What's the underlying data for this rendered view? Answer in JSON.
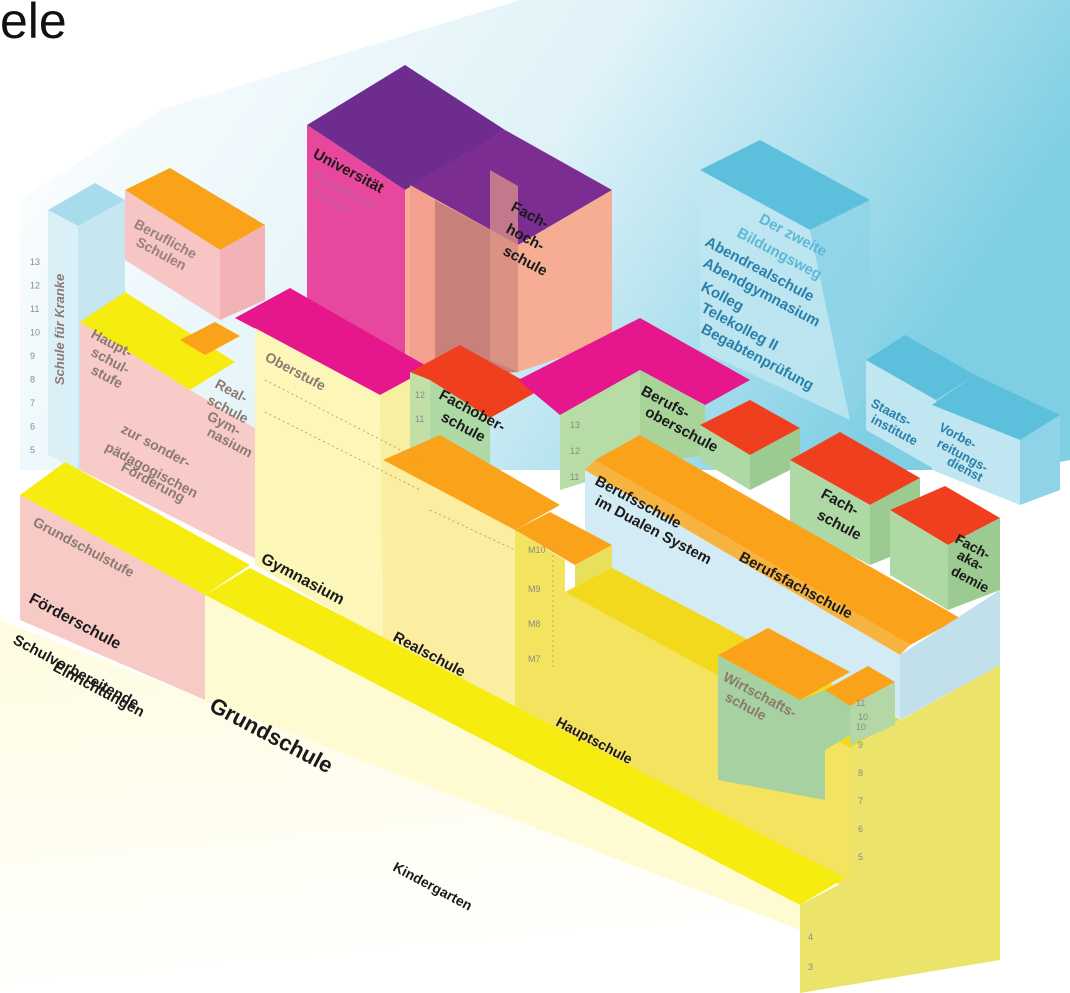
{
  "header": {
    "title_fragment": "ele"
  },
  "colors": {
    "kindergarten": "#fdfbd6",
    "grundschule": "#fefbd0",
    "yellow_top": "#f7ec10",
    "hauptschule": "#f2e450",
    "realschule": "#fbf0a6",
    "gymnasium": "#fcf6b6",
    "foerder": "#f7c8c6",
    "orange": "#f9a21a",
    "magenta": "#e6168c",
    "purple": "#7a2d91",
    "salmon": "#f6ad94",
    "green": "#aed8a4",
    "red": "#ef3f1f",
    "lightblue": "#cfe9f3",
    "sky": "#74cbe3"
  },
  "labels": {
    "kindergarten": "Kindergarten",
    "grundschule": "Grundschule",
    "schulvorbereitende_1": "Schulvorbereitende",
    "schulvorbereitende_2": "Einrichtungen",
    "foerderschule": "Förderschule",
    "grundschulstufe": "Grundschulstufe",
    "zur_1": "zur sonder-",
    "zur_2": "pädagogischen",
    "zur_3": "Förderung",
    "haupt_1": "Haupt-",
    "haupt_2": "schul-",
    "haupt_3": "stufe",
    "realschule_stufe_1": "Real-",
    "realschule_stufe_2": "schule",
    "realschule_stufe_3": "Gym-",
    "realschule_stufe_4": "nasium",
    "berufliche_1": "Berufliche",
    "berufliche_2": "Schulen",
    "schule_fuer_kranke": "Schule für Kranke",
    "gymnasium": "Gymnasium",
    "oberstufe": "Oberstufe",
    "universitaet": "Universität",
    "kunsthochschule_1": "Kunsthoch-",
    "kunsthochschule_2": "schule",
    "fachhochschule_1": "Fach-",
    "fachhochschule_2": "hoch-",
    "fachhochschule_3": "schule",
    "realschule": "Realschule",
    "fachoberschule_1": "Fachober-",
    "fachoberschule_2": "schule",
    "berufsoberschule_1": "Berufs-",
    "berufsoberschule_2": "oberschule",
    "berufsschule_1": "Berufsschule",
    "berufsschule_2": "im Dualen System",
    "berufsfachschule": "Berufsfachschule",
    "fachschule_1": "Fach-",
    "fachschule_2": "schule",
    "fachakademie_1": "Fach-",
    "fachakademie_2": "aka-",
    "fachakademie_3": "demie",
    "hauptschule": "Hauptschule",
    "wirtschaftsschule_1": "Wirtschafts-",
    "wirtschaftsschule_2": "schule",
    "zweite_1": "Der zweite",
    "zweite_2": "Bildungsweg",
    "zweite_3": "Abendrealschule",
    "zweite_4": "Abendgymnasium",
    "zweite_5": "Kolleg",
    "zweite_6": "Telekolleg II",
    "zweite_7": "Begabtenprüfung",
    "staats_1": "Staats-",
    "staats_2": "institute",
    "vorbe_1": "Vorbe-",
    "vorbe_2": "reitungs-",
    "vorbe_3": "dienst",
    "m10": "M10",
    "m9": "M9",
    "m8": "M8",
    "m7": "M7"
  },
  "grade_numbers": {
    "kranke_column": [
      "13",
      "12",
      "11",
      "10",
      "9",
      "8",
      "7",
      "6",
      "5"
    ],
    "right_column": [
      "10",
      "9",
      "8",
      "7",
      "6",
      "5"
    ],
    "bottom_column": [
      "4",
      "3"
    ],
    "fos_column": [
      "12",
      "11"
    ],
    "bos_column": [
      "13",
      "12",
      "11"
    ],
    "wirtschaft_column": [
      "11",
      "10"
    ]
  }
}
